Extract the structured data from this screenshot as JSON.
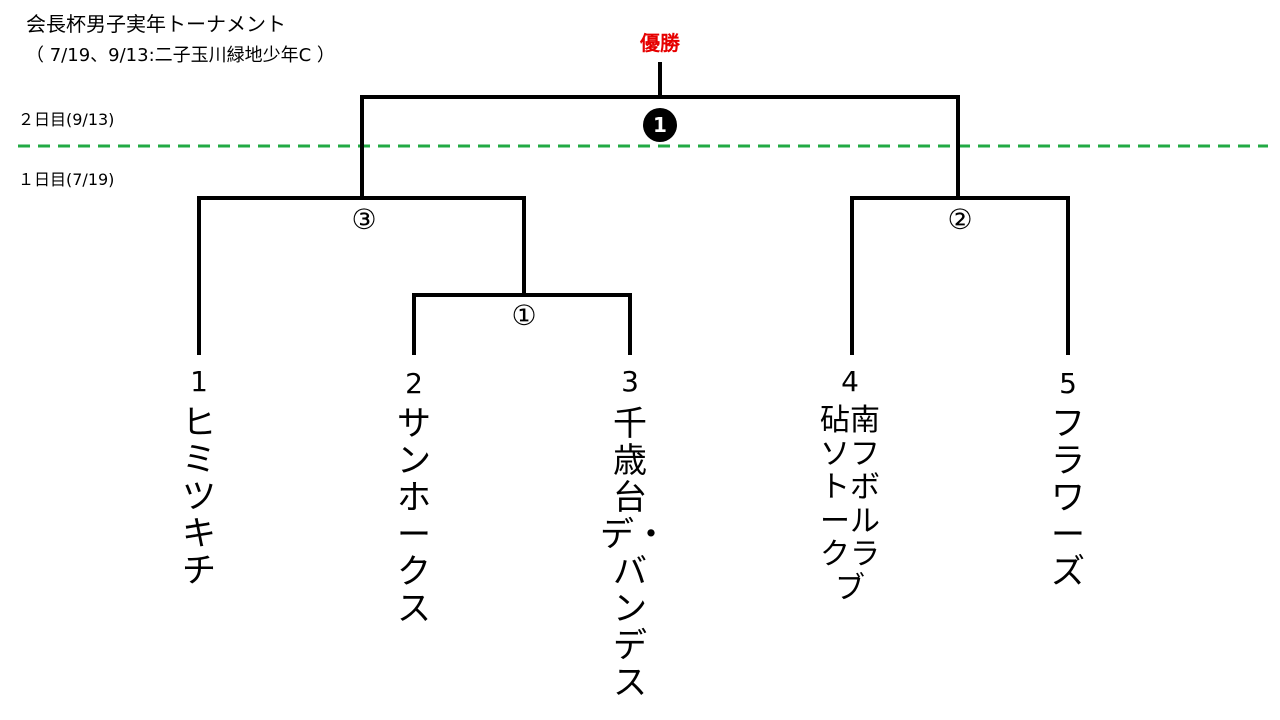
{
  "title": "会長杯男子実年トーナメント",
  "subtitle": "（ 7/19、9/13:二子玉川緑地少年C ）",
  "days": {
    "day2": "２日目(9/13)",
    "day1": "１日目(7/19)"
  },
  "champion_label": "優勝",
  "matches": {
    "m1": "①",
    "m2": "②",
    "m3": "③",
    "final": "1"
  },
  "teams": [
    {
      "seed": "1",
      "name": "ヒミツキチ"
    },
    {
      "seed": "2",
      "name": "サンホークス"
    },
    {
      "seed": "3",
      "name": "千歳台デ・バンデス"
    },
    {
      "seed": "4",
      "name": "砧南ソフトボールクラブ"
    },
    {
      "seed": "5",
      "name": "フラワーズ"
    }
  ],
  "colors": {
    "champion": "#e60000",
    "divider": "#22aa44",
    "lines": "#000000"
  }
}
